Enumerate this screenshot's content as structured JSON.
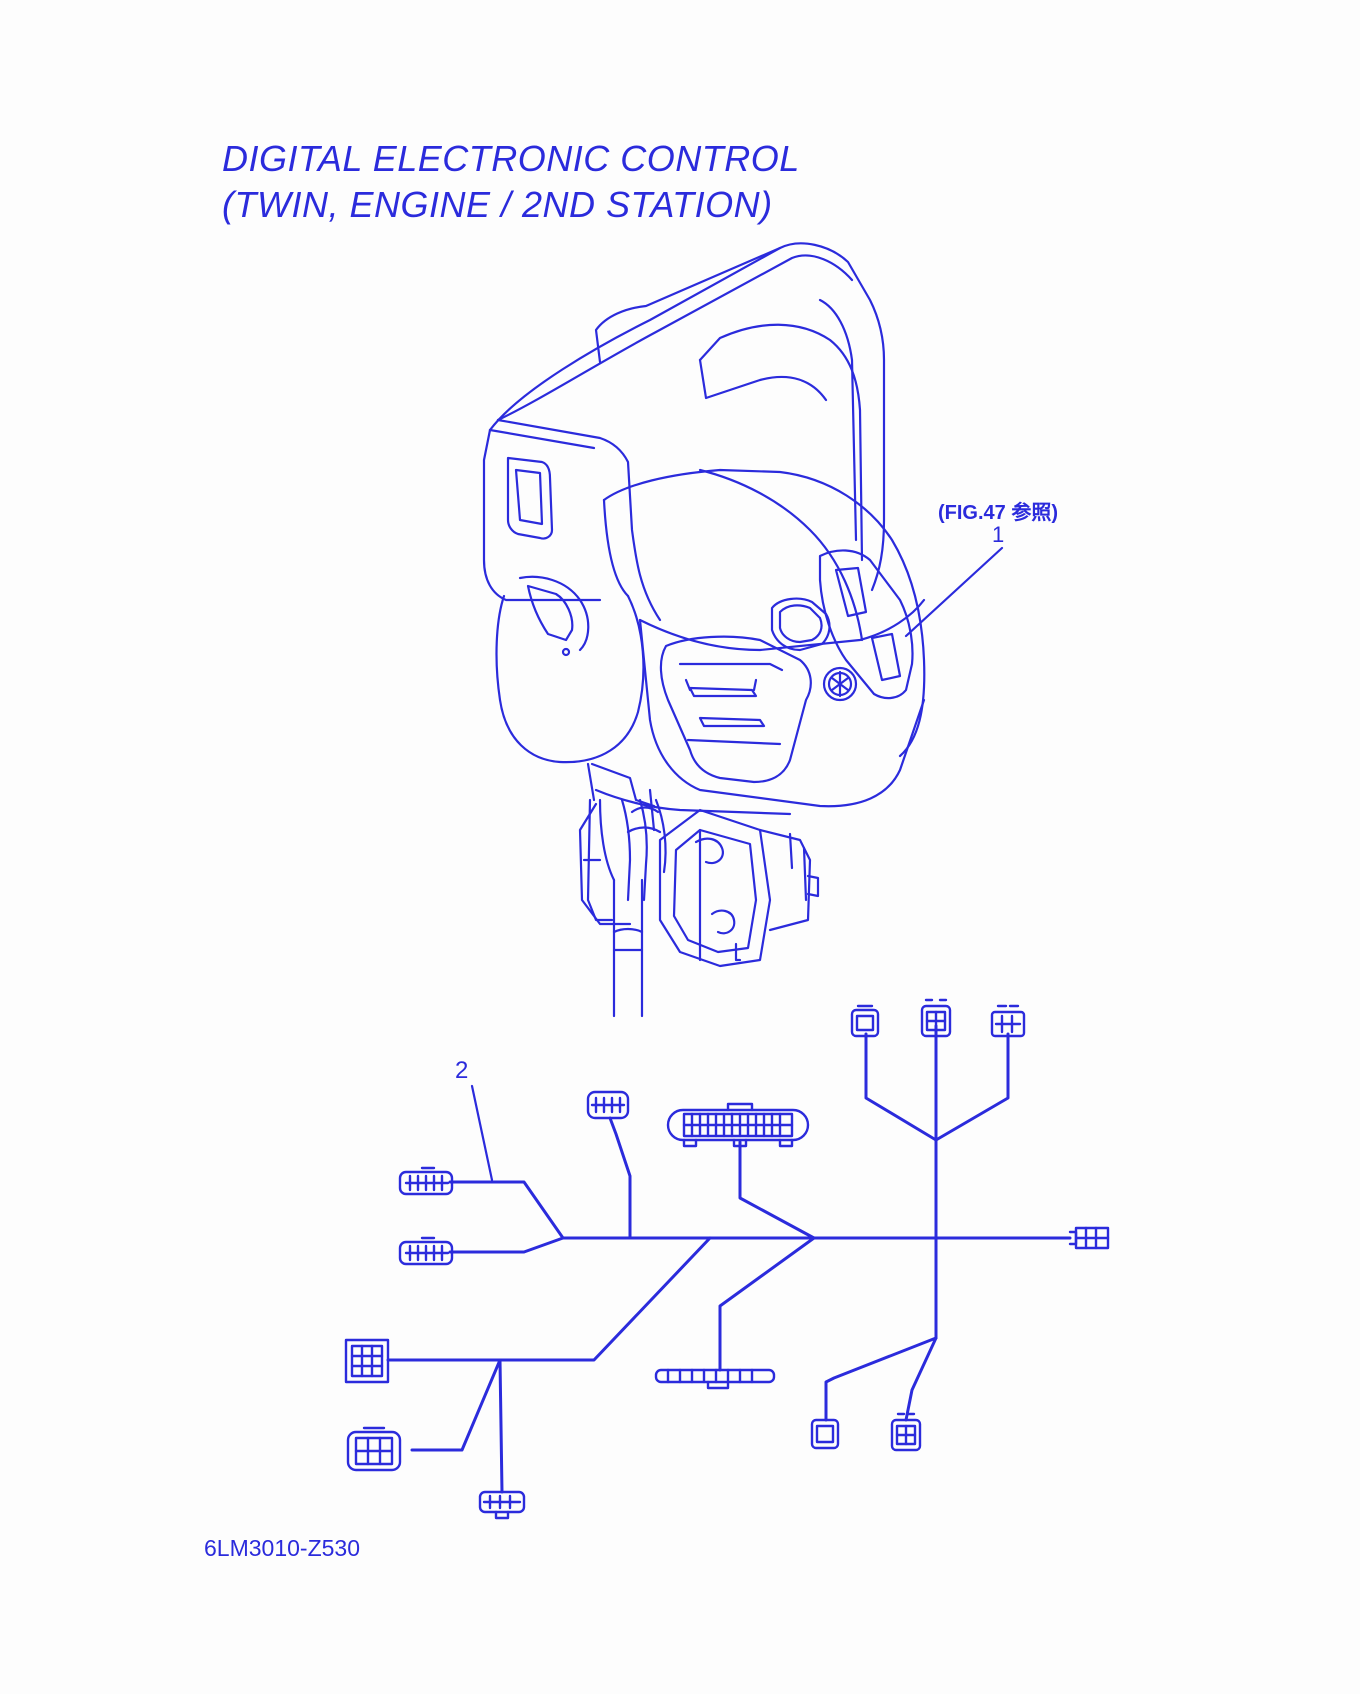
{
  "title": {
    "line1": "DIGITAL ELECTRONIC CONTROL",
    "line2": "(TWIN, ENGINE / 2ND STATION)"
  },
  "callouts": {
    "fig_reference": "(FIG.47 参照)",
    "part_1": "1",
    "part_2": "2"
  },
  "drawing_code": "6LM3010-Z530",
  "colors": {
    "ink": "#2b2bdc",
    "paper": "#fdfdfd"
  }
}
